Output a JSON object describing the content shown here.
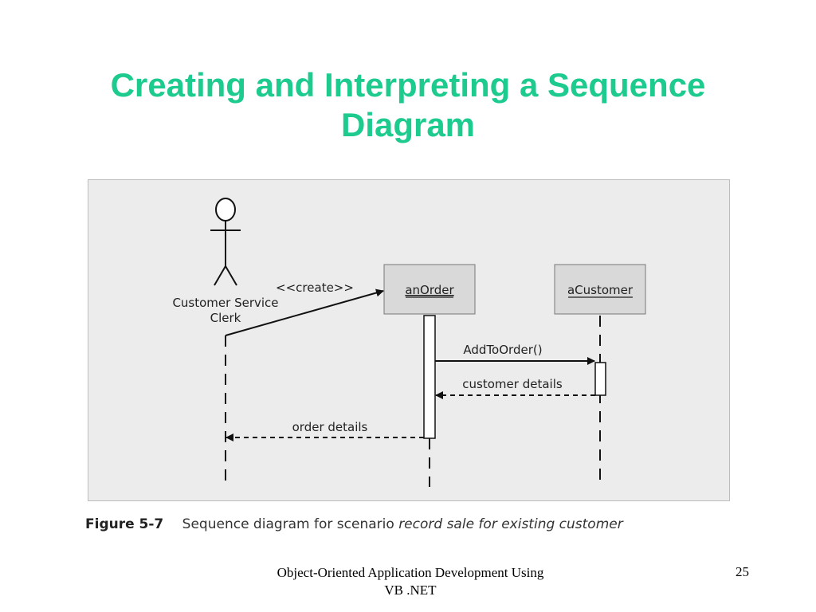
{
  "slide": {
    "title_line1": "Creating and Interpreting a Sequence",
    "title_line2": "Diagram",
    "footer_line1": "Object-Oriented Application Development Using",
    "footer_line2": "VB .NET",
    "page_number": "25"
  },
  "diagram": {
    "actor": {
      "name_line1": "Customer Service",
      "name_line2": "Clerk"
    },
    "objects": [
      {
        "name": "anOrder"
      },
      {
        "name": "aCustomer"
      }
    ],
    "messages": {
      "create": "<<create>>",
      "add_to_order": "AddToOrder()",
      "customer_details": "customer details",
      "order_details": "order details"
    }
  },
  "caption": {
    "figure_number": "Figure 5-7",
    "text_plain": "Sequence diagram for scenario",
    "text_italic": "record sale for existing customer"
  },
  "colors": {
    "title": "#1ecb8e",
    "figure_background": "#ececec",
    "object_box": "#d9d9d9"
  }
}
